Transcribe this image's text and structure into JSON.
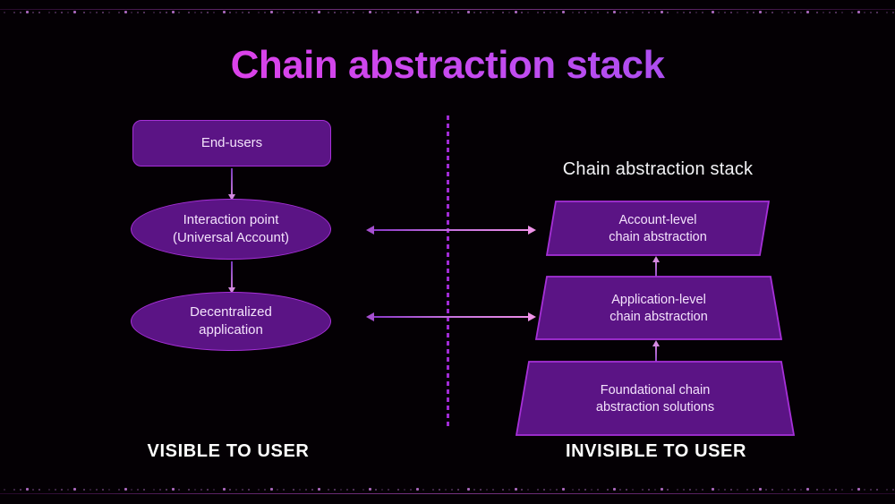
{
  "slide": {
    "title": "Chain abstraction stack",
    "background_color": "#040004",
    "accent_fill": "#5b1485",
    "accent_border": "#a630d8",
    "title_gradient_from": "#f13fe0",
    "title_gradient_to": "#9b52ee"
  },
  "left_column": {
    "caption": "VISIBLE TO USER",
    "nodes": [
      {
        "shape": "rounded-rect",
        "label": "End-users"
      },
      {
        "shape": "ellipse",
        "line1": "Interaction point",
        "line2": "(Universal Account)"
      },
      {
        "shape": "ellipse",
        "line1": "Decentralized",
        "line2": "application"
      }
    ]
  },
  "right_column": {
    "caption": "INVISIBLE TO USER",
    "heading": "Chain abstraction stack",
    "layers": [
      {
        "shape": "trapezoid",
        "line1": "Account-level",
        "line2": "chain abstraction"
      },
      {
        "shape": "trapezoid",
        "line1": "Application-level",
        "line2": "chain abstraction"
      },
      {
        "shape": "trapezoid",
        "line1": "Foundational chain",
        "line2": "abstraction solutions"
      }
    ]
  },
  "connectors": {
    "vertical_down_count": 2,
    "vertical_up_count": 2,
    "horizontal_double_count": 2
  }
}
